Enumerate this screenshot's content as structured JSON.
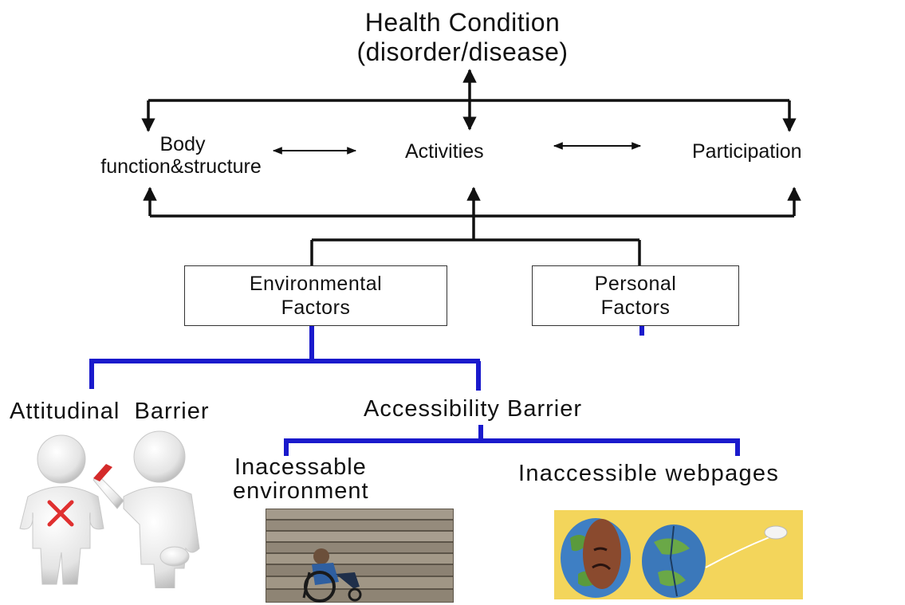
{
  "diagram": {
    "health_condition": {
      "line1": "Health Condition",
      "line2": "(disorder/disease)"
    },
    "body_function": {
      "line1": "Body",
      "line2": "function&structure"
    },
    "activities": "Activities",
    "participation": "Participation",
    "environmental_factors": {
      "line1": "Environmental",
      "line2": "Factors"
    },
    "personal_factors": {
      "line1": "Personal",
      "line2": "Factors"
    },
    "attitudinal_barrier": "Attitudinal  Barrier",
    "accessibility_barrier": "Accessibility Barrier",
    "inaccessible_environment": {
      "line1": "Inacessable",
      "line2": "environment"
    },
    "inaccessible_webpages": "Inaccessible webpages"
  },
  "colors": {
    "line": "#111111",
    "barrier_line": "#1a1acc"
  },
  "illustrations": [
    {
      "name": "attitudinal-barrier-figures",
      "depicts": "two white 3D figures, one pointing at the other marked with a red X"
    },
    {
      "name": "wheelchair-at-stairs-photo",
      "depicts": "person in wheelchair at the bottom of stone stairs"
    },
    {
      "name": "cracked-globe-webpages-picture",
      "depicts": "two cracked globes with a computer mouse on yellow background"
    }
  ]
}
